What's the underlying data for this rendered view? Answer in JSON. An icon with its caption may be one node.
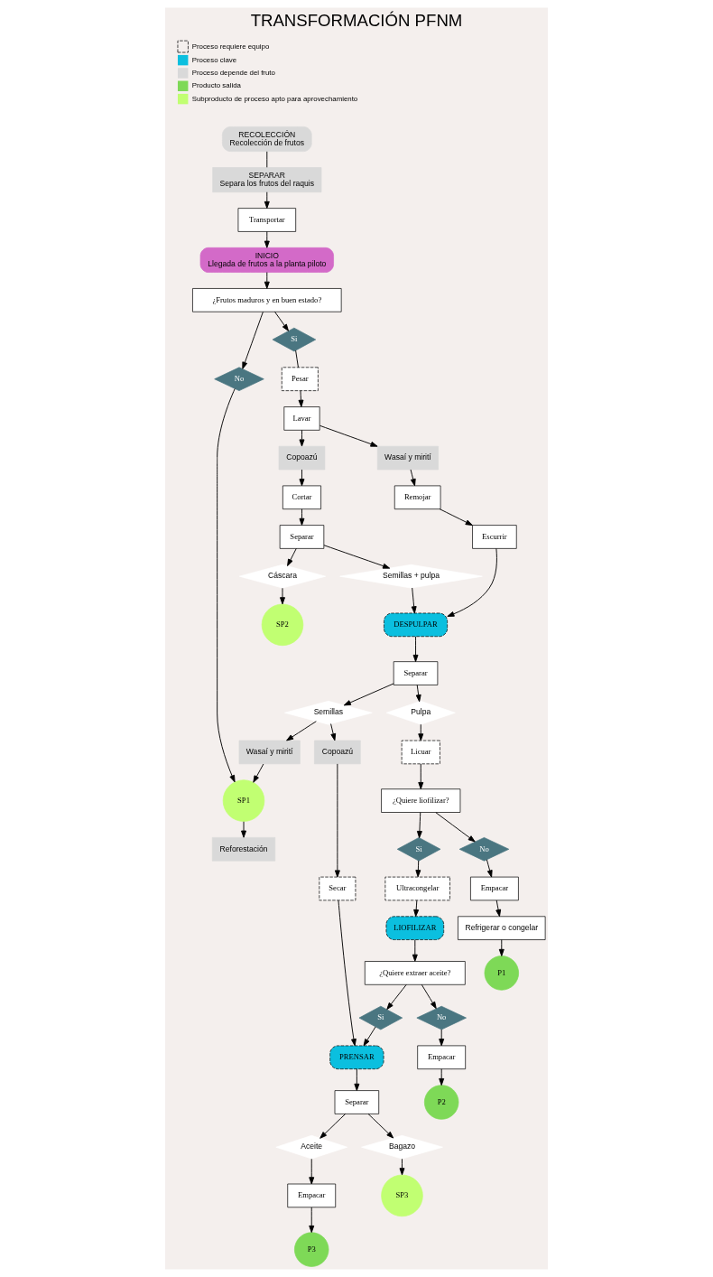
{
  "diagram": {
    "title": "TRANSFORMACIÓN PFNM",
    "nodes": [
      {
        "text": [
          "RECOLECCIÓN",
          "Recolección de frutos"
        ]
      },
      {
        "text": [
          "SEPARAR",
          "Separa los frutos del raquis"
        ]
      },
      {
        "text": [
          "Transportar"
        ]
      },
      {
        "text": [
          "INICIO",
          "Llegada de frutos a la planta piloto"
        ]
      },
      {
        "text": [
          "¿Frutos maduros y en buen estado?"
        ]
      },
      {
        "text": [
          "Si"
        ]
      },
      {
        "text": [
          "No"
        ]
      },
      {
        "text": [
          "Pesar"
        ]
      },
      {
        "text": [
          "Lavar"
        ]
      },
      {
        "text": [
          "Copoazú"
        ]
      },
      {
        "text": [
          "Wasaí y mirití"
        ]
      },
      {
        "text": [
          "Cortar"
        ]
      },
      {
        "text": [
          "Remojar"
        ]
      },
      {
        "text": [
          "Separar"
        ]
      },
      {
        "text": [
          "Escurrir"
        ]
      },
      {
        "text": [
          "Semillas + pulpa"
        ]
      },
      {
        "text": [
          "Cáscara"
        ]
      },
      {
        "text": [
          "SP2"
        ]
      },
      {
        "text": [
          "DESPULPAR"
        ]
      },
      {
        "text": [
          "SP1"
        ]
      },
      {
        "text": [
          "Reforestación"
        ]
      },
      {
        "text": [
          "Separar"
        ]
      },
      {
        "text": [
          "Pulpa"
        ]
      },
      {
        "text": [
          "Semillas"
        ]
      },
      {
        "text": [
          "Copoazú"
        ]
      },
      {
        "text": [
          "Wasaí y mirití"
        ]
      },
      {
        "text": [
          "Secar"
        ]
      },
      {
        "text": [
          "Licuar"
        ]
      },
      {
        "text": [
          "¿Quiere liofilizar?"
        ]
      },
      {
        "text": [
          "Si"
        ]
      },
      {
        "text": [
          "No"
        ]
      },
      {
        "text": [
          "Ultracongelar"
        ]
      },
      {
        "text": [
          "Empacar"
        ]
      },
      {
        "text": [
          "Refrigerar o congelar"
        ]
      },
      {
        "text": [
          "P1"
        ]
      },
      {
        "text": [
          "LIOFILIZAR"
        ]
      },
      {
        "text": [
          "¿Quiere extraer aceite?"
        ]
      },
      {
        "text": [
          "Si"
        ]
      },
      {
        "text": [
          "No"
        ]
      },
      {
        "text": [
          "Empacar"
        ]
      },
      {
        "text": [
          "P2"
        ]
      },
      {
        "text": [
          "PRENSAR"
        ]
      },
      {
        "text": [
          "Separar"
        ]
      },
      {
        "text": [
          "Aceite"
        ]
      },
      {
        "text": [
          "Bagazo"
        ]
      },
      {
        "text": [
          "Empacar"
        ]
      },
      {
        "text": [
          "P3"
        ]
      },
      {
        "text": [
          "SP3"
        ]
      }
    ],
    "edges": [
      {
        "from": 0,
        "to": 1,
        "arrow": "none"
      },
      {
        "from": 1,
        "to": 2,
        "arrow": "to"
      },
      {
        "from": 2,
        "to": 3,
        "arrow": "to"
      },
      {
        "from": 3,
        "to": 4,
        "arrow": "to"
      },
      {
        "from": 4,
        "to": 5,
        "arrow": "to"
      },
      {
        "from": 4,
        "to": 6,
        "arrow": "to"
      },
      {
        "from": 5,
        "to": 7,
        "arrow": "none"
      },
      {
        "from": 7,
        "to": 8,
        "arrow": "to"
      },
      {
        "from": 6,
        "to": 19,
        "arrow": "to"
      },
      {
        "from": 8,
        "to": 9,
        "arrow": "to"
      },
      {
        "from": 8,
        "to": 10,
        "arrow": "to"
      },
      {
        "from": 9,
        "to": 11,
        "arrow": "to"
      },
      {
        "from": 10,
        "to": 12,
        "arrow": "to"
      },
      {
        "from": 11,
        "to": 13,
        "arrow": "to"
      },
      {
        "from": 12,
        "to": 14,
        "arrow": "to"
      },
      {
        "from": 13,
        "to": 15,
        "arrow": "to"
      },
      {
        "from": 13,
        "to": 16,
        "arrow": "to"
      },
      {
        "from": 16,
        "to": 17,
        "arrow": "to"
      },
      {
        "from": 15,
        "to": 18,
        "arrow": "to"
      },
      {
        "from": 14,
        "to": 18,
        "arrow": "to"
      },
      {
        "from": 18,
        "to": 21,
        "arrow": "to"
      },
      {
        "from": 21,
        "to": 22,
        "arrow": "to"
      },
      {
        "from": 21,
        "to": 23,
        "arrow": "to"
      },
      {
        "from": 22,
        "to": 27,
        "arrow": "to"
      },
      {
        "from": 23,
        "to": 24,
        "arrow": "to"
      },
      {
        "from": 23,
        "to": 25,
        "arrow": "to"
      },
      {
        "from": 25,
        "to": 19,
        "arrow": "to"
      },
      {
        "from": 19,
        "to": 20,
        "arrow": "to"
      },
      {
        "from": 24,
        "to": 26,
        "arrow": "to"
      },
      {
        "from": 26,
        "to": 41,
        "arrow": "to"
      },
      {
        "from": 27,
        "to": 28,
        "arrow": "to"
      },
      {
        "from": 28,
        "to": 29,
        "arrow": "to"
      },
      {
        "from": 28,
        "to": 30,
        "arrow": "to"
      },
      {
        "from": 30,
        "to": 32,
        "arrow": "to"
      },
      {
        "from": 32,
        "to": 33,
        "arrow": "to"
      },
      {
        "from": 33,
        "to": 34,
        "arrow": "to"
      },
      {
        "from": 29,
        "to": 31,
        "arrow": "to"
      },
      {
        "from": 31,
        "to": 35,
        "arrow": "to"
      },
      {
        "from": 35,
        "to": 36,
        "arrow": "to"
      },
      {
        "from": 36,
        "to": 37,
        "arrow": "to"
      },
      {
        "from": 36,
        "to": 38,
        "arrow": "to"
      },
      {
        "from": 38,
        "to": 39,
        "arrow": "to"
      },
      {
        "from": 39,
        "to": 40,
        "arrow": "to"
      },
      {
        "from": 37,
        "to": 41,
        "arrow": "to"
      },
      {
        "from": 41,
        "to": 42,
        "arrow": "to"
      },
      {
        "from": 42,
        "to": 43,
        "arrow": "to"
      },
      {
        "from": 42,
        "to": 44,
        "arrow": "to"
      },
      {
        "from": 43,
        "to": 45,
        "arrow": "to"
      },
      {
        "from": 45,
        "to": 46,
        "arrow": "to"
      },
      {
        "from": 44,
        "to": 47,
        "arrow": "to"
      }
    ],
    "legend": [
      {
        "text": "Proceso requiere equipo"
      },
      {
        "text": "Proceso clave",
        "color": "#0bbfdf"
      },
      {
        "text": "Proceso depende del fruto",
        "color": "#d9d9d9"
      },
      {
        "text": "Producto salida",
        "color": "#7ed957"
      },
      {
        "text": "Subproducto de proceso apto para aprovechamiento",
        "color": "#c1ff72"
      }
    ]
  }
}
